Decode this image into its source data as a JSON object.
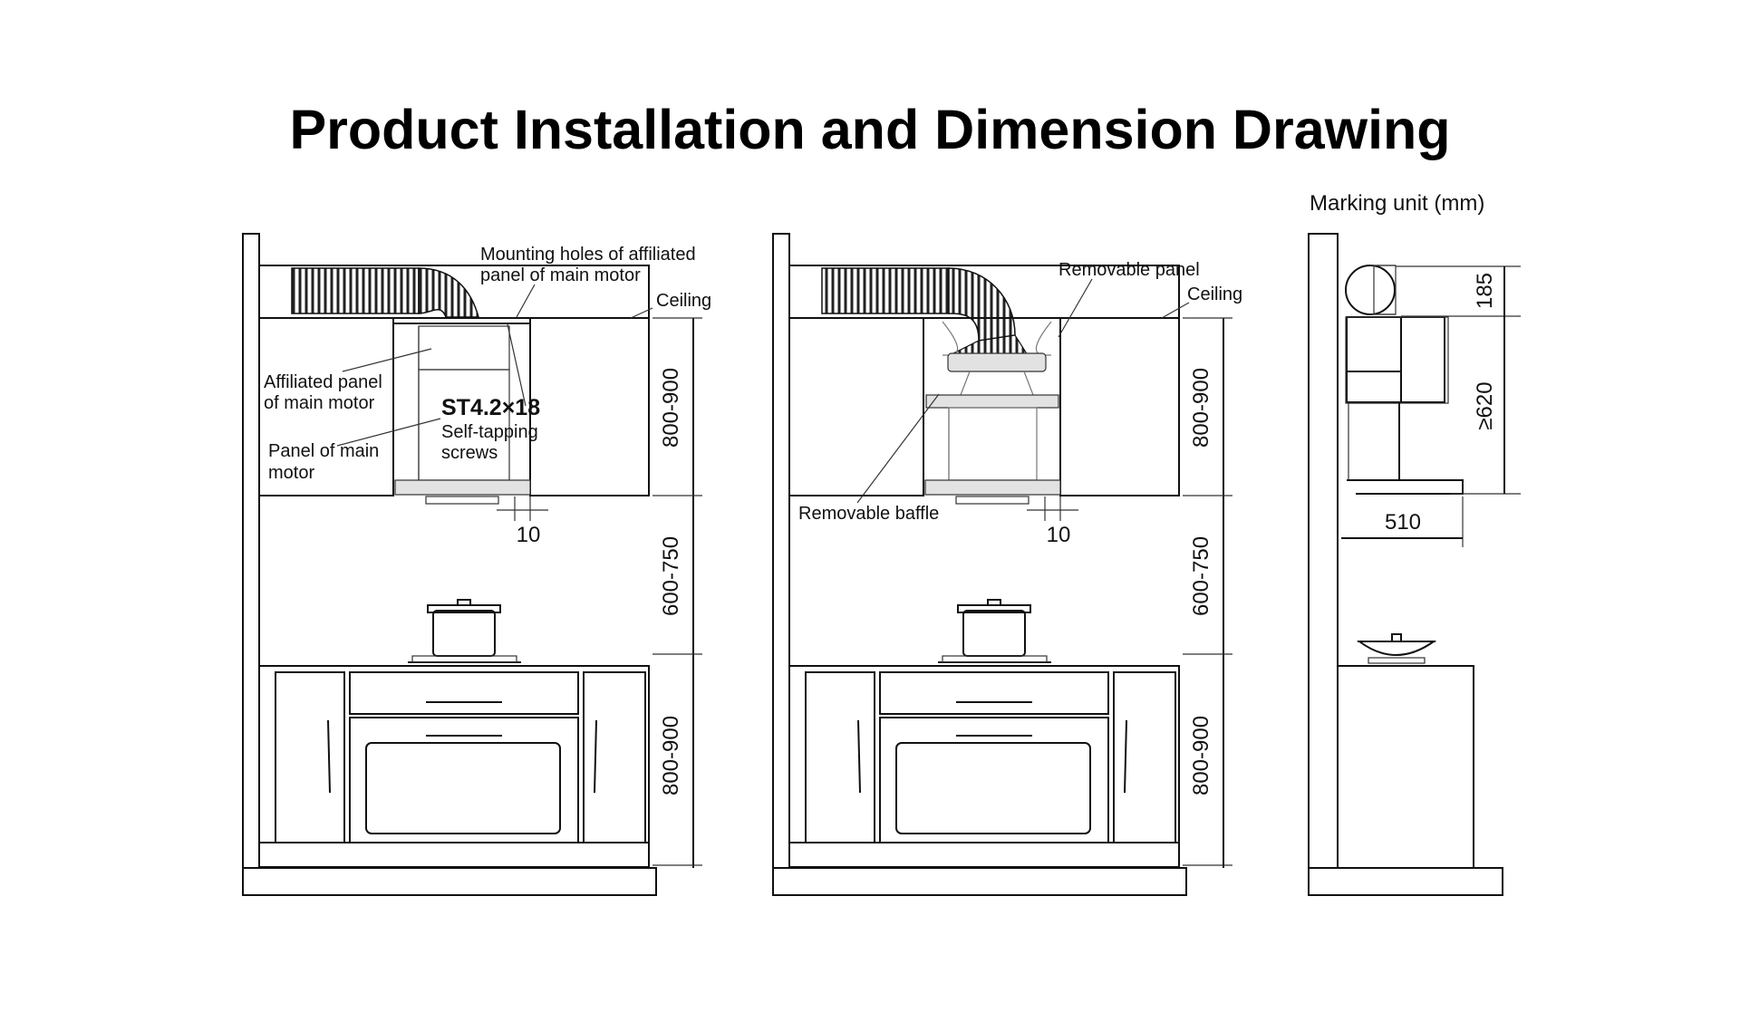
{
  "title": "Product Installation and Dimension Drawing",
  "unit_note": "Marking unit (mm)",
  "left_view": {
    "labels": {
      "mounting_holes_1": "Mounting holes of affiliated",
      "mounting_holes_2": "panel of main motor",
      "ceiling": "Ceiling",
      "affiliated_panel_1": "Affiliated panel",
      "affiliated_panel_2": "of main motor",
      "screw_spec": "ST4.2×18",
      "screw_type_1": "Self-tapping",
      "screw_type_2": "screws",
      "panel_main_1": "Panel of main",
      "panel_main_2": "motor"
    },
    "dimensions": {
      "upper_cabinet": "800-900",
      "clearance": "600-750",
      "base_cabinet": "800-900",
      "gap": "10"
    }
  },
  "middle_view": {
    "labels": {
      "removable_panel": "Removable panel",
      "ceiling": "Ceiling",
      "removable_baffle": "Removable baffle"
    },
    "dimensions": {
      "upper_cabinet": "800-900",
      "clearance": "600-750",
      "base_cabinet": "800-900",
      "gap": "10"
    }
  },
  "side_view": {
    "dimensions": {
      "duct_height": "185",
      "hood_height": "≥620",
      "depth": "510"
    }
  },
  "colors": {
    "line": "#111111",
    "hatch": "#333333",
    "panel_fill": "#e2e2e2"
  }
}
